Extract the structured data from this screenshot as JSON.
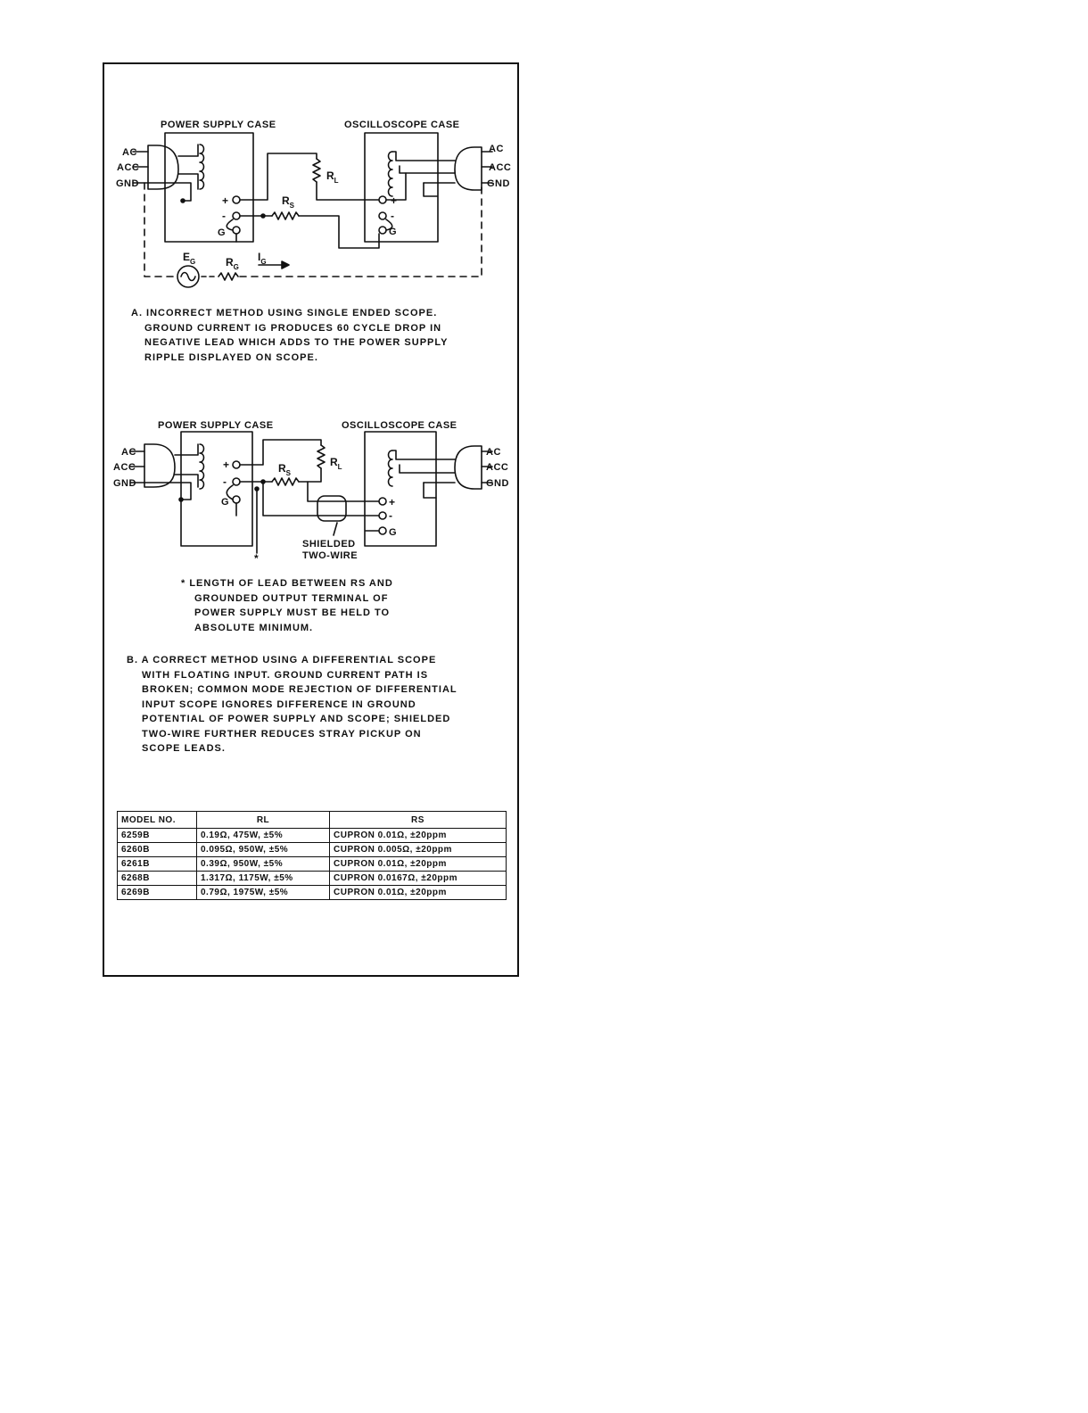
{
  "diagram_a": {
    "power_supply_case": "POWER SUPPLY CASE",
    "oscilloscope_case": "OSCILLOSCOPE CASE",
    "ac": "AC",
    "acc": "ACC",
    "gnd": "GND",
    "plus": "+",
    "minus": "-",
    "g": "G",
    "rl": "R",
    "rl_sub": "L",
    "rs": "R",
    "rs_sub": "S",
    "eg": "E",
    "eg_sub": "G",
    "rg": "R",
    "rg_sub": "G",
    "ig": "I",
    "ig_sub": "G"
  },
  "caption_a": [
    "A. INCORRECT METHOD USING SINGLE ENDED SCOPE.",
    "GROUND CURRENT IG PRODUCES 60 CYCLE DROP IN",
    "NEGATIVE LEAD WHICH ADDS TO THE POWER SUPPLY",
    "RIPPLE DISPLAYED ON SCOPE."
  ],
  "diagram_b": {
    "power_supply_case": "POWER SUPPLY CASE",
    "oscilloscope_case": "OSCILLOSCOPE CASE",
    "ac": "AC",
    "acc": "ACC",
    "gnd": "GND",
    "plus": "+",
    "minus": "-",
    "g": "G",
    "rl": "R",
    "rl_sub": "L",
    "rs": "R",
    "rs_sub": "S",
    "shielded_line1": "SHIELDED",
    "shielded_line2": "TWO-WIRE",
    "asterisk": "*"
  },
  "note_b": [
    "* LENGTH OF LEAD BETWEEN RS AND",
    "GROUNDED OUTPUT TERMINAL OF",
    "POWER SUPPLY MUST BE HELD TO",
    "ABSOLUTE MINIMUM."
  ],
  "caption_b": [
    "B. A CORRECT METHOD USING A DIFFERENTIAL SCOPE",
    "WITH FLOATING INPUT. GROUND CURRENT PATH IS",
    "BROKEN; COMMON MODE REJECTION OF DIFFERENTIAL",
    "INPUT SCOPE IGNORES DIFFERENCE IN GROUND",
    "POTENTIAL OF POWER SUPPLY AND SCOPE; SHIELDED",
    "TWO-WIRE FURTHER REDUCES STRAY PICKUP ON",
    "SCOPE LEADS."
  ],
  "table": {
    "headers": [
      "MODEL NO.",
      "RL",
      "RS"
    ],
    "rows": [
      [
        "6259B",
        "0.19Ω, 475W, ±5%",
        "CUPRON 0.01Ω, ±20ppm"
      ],
      [
        "6260B",
        "0.095Ω, 950W, ±5%",
        "CUPRON 0.005Ω, ±20ppm"
      ],
      [
        "6261B",
        "0.39Ω, 950W, ±5%",
        "CUPRON 0.01Ω, ±20ppm"
      ],
      [
        "6268B",
        "1.317Ω, 1175W, ±5%",
        "CUPRON 0.0167Ω, ±20ppm"
      ],
      [
        "6269B",
        "0.79Ω, 1975W, ±5%",
        "CUPRON 0.01Ω, ±20ppm"
      ]
    ]
  }
}
